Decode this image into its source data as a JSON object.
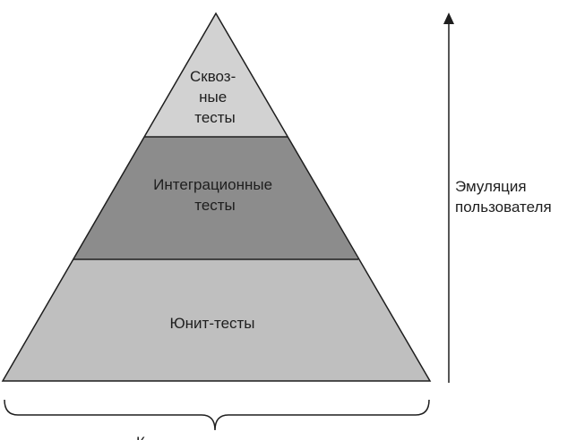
{
  "pyramid": {
    "top_layer": {
      "lines": [
        "Сквоз-",
        "ные",
        "тесты"
      ],
      "color": "#d2d2d2"
    },
    "middle_layer": {
      "lines": [
        "Интеграционные",
        "тесты"
      ],
      "color": "#8c8c8c"
    },
    "bottom_layer": {
      "lines": [
        "Юнит-тесты"
      ],
      "color": "#bfbfbf"
    },
    "outline_color": "#1e1e1e"
  },
  "axis": {
    "lines": [
      "Эмуляция",
      "пользователя"
    ],
    "direction": "up"
  },
  "bottom_brace": {
    "label": "К"
  }
}
